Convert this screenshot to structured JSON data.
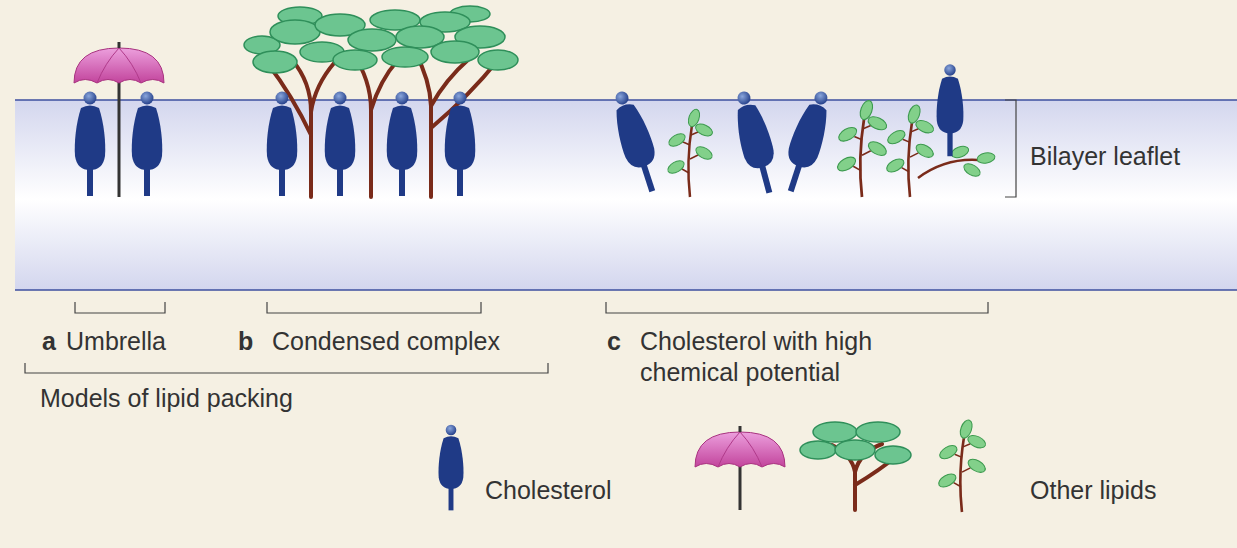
{
  "diagram": {
    "labels": [
      "Bilayer leaflet",
      "a",
      "Umbrella",
      "b",
      "Condensed complex",
      "c",
      "Cholesterol with high chemical potential",
      "Models of lipid packing"
    ],
    "legend": [
      {
        "text": "Cholesterol"
      },
      {
        "text": "Other lipids"
      }
    ]
  }
}
